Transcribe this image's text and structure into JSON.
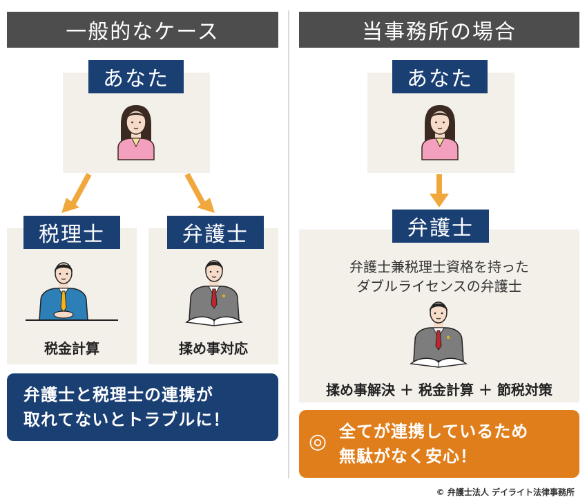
{
  "left": {
    "header": "一般的なケース",
    "you_label": "あなた",
    "tax_label": "税理士",
    "lawyer_label": "弁護士",
    "tax_caption": "税金計算",
    "lawyer_caption": "揉め事対応",
    "banner_line1": "弁護士と税理士の連携が",
    "banner_line2": "取れてないとトラブルに！"
  },
  "right": {
    "header": "当事務所の場合",
    "you_label": "あなた",
    "lawyer_label": "弁護士",
    "desc_line1": "弁護士兼税理士資格を持った",
    "desc_line2": "ダブルライセンスの弁護士",
    "services": "揉め事解決 ＋ 税金計算 ＋ 節税対策",
    "banner_symbol": "◎",
    "banner_line1": "全てが連携しているため",
    "banner_line2": "無駄がなく安心！"
  },
  "copyright": "© 弁護士法人 デイライト法律事務所",
  "colors": {
    "header_bg": "#4d4d4d",
    "label_navy": "#1a3f73",
    "box_beige": "#f3efe9",
    "arrow_orange": "#f0a83c",
    "banner_orange": "#e07e1c"
  }
}
